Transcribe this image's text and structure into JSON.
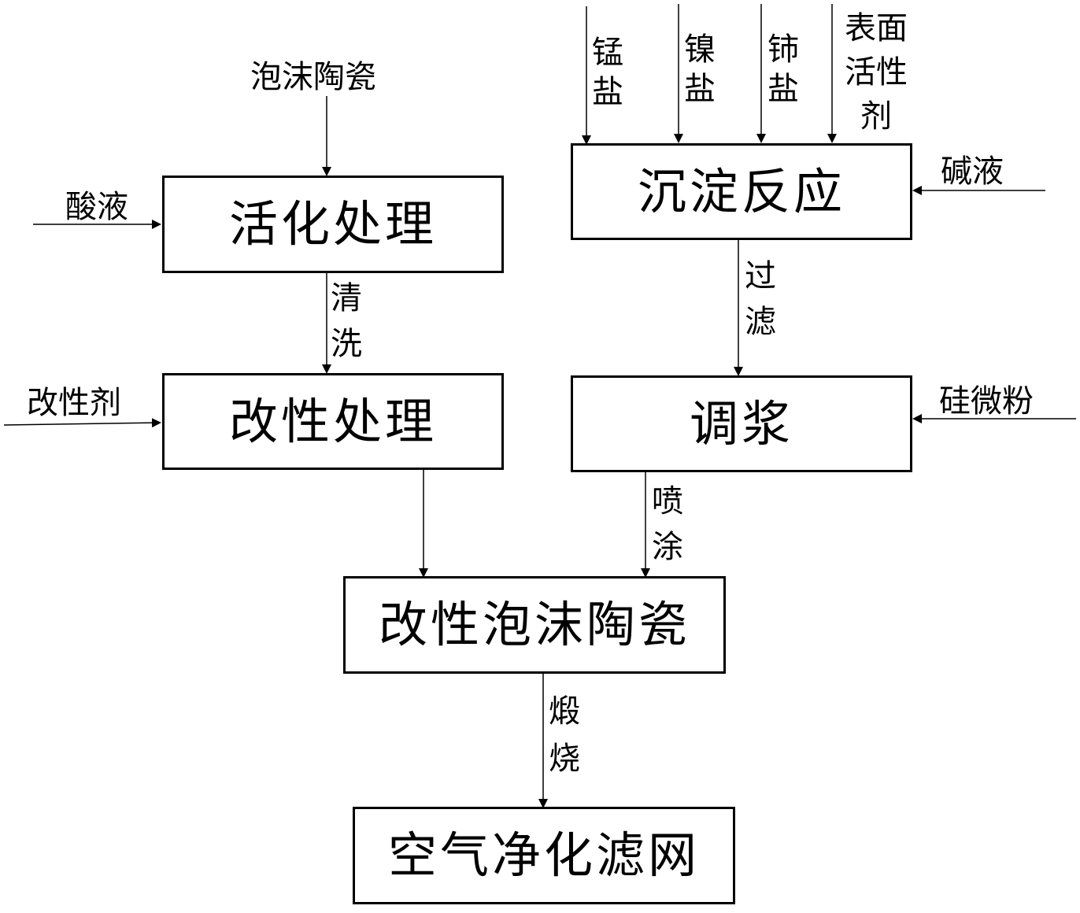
{
  "diagram": {
    "type": "process-flowchart",
    "boxes": {
      "activation": "活化处理",
      "modification": "改性处理",
      "precipitation": "沉淀反应",
      "slurry": "调浆",
      "modified_foam_ceramic": "改性泡沫陶瓷",
      "air_filter": "空气净化滤网"
    },
    "inputs": {
      "foam_ceramic": "泡沫陶瓷",
      "acid": "酸液",
      "modifier": "改性剂",
      "manganese_salt": "锰盐",
      "nickel_salt": "镍盐",
      "cerium_salt": "铈盐",
      "surfactant": "表面活性剂",
      "alkali": "碱液",
      "silica_powder": "硅微粉"
    },
    "edges": {
      "wash": "清洗",
      "filter": "过滤",
      "spray": "喷涂",
      "calcine": "煅烧"
    },
    "colors": {
      "line": "#000000",
      "background": "#ffffff"
    }
  }
}
